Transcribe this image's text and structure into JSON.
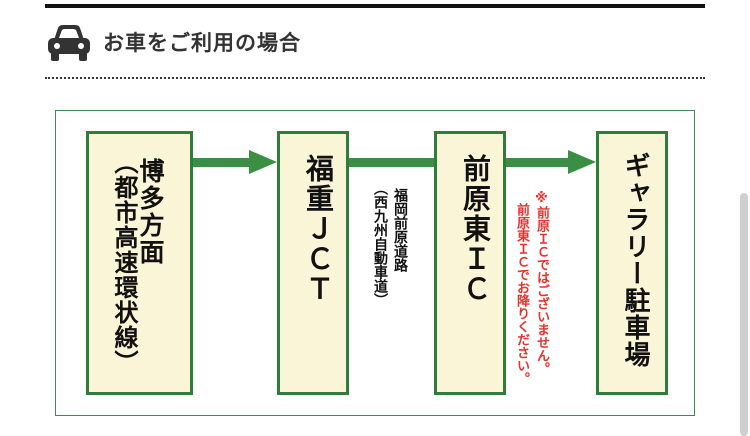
{
  "header": {
    "title": "お車をご利用の場合",
    "icon": "car-icon"
  },
  "route": {
    "start_line1": "博多方面",
    "start_line2": "（都市高速環状線）",
    "jct": "福重ＪＣＴ",
    "road_line1": "福岡前原道路",
    "road_line2": "（西九州自動車道）",
    "ic": "前原東ＩＣ",
    "note_line1": "※前原ＩＣではございません。",
    "note_line2": "前原東ＩＣでお降りください。",
    "destination": "ギャラリー駐車場"
  },
  "colors": {
    "box_fill": "#fbf5d8",
    "green": "#2f7d3d",
    "red": "#e5322d"
  }
}
